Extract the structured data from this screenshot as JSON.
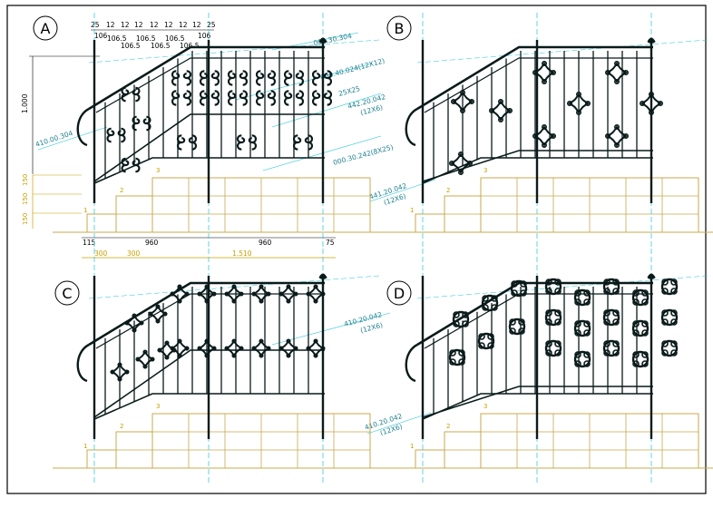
{
  "panels": [
    {
      "letter": "A"
    },
    {
      "letter": "B"
    },
    {
      "letter": "C"
    },
    {
      "letter": "D"
    }
  ],
  "panel_a": {
    "top_dims_row1": [
      "25",
      "12",
      "12",
      "12",
      "12",
      "12",
      "12",
      "12",
      "25"
    ],
    "top_dims_row2": [
      "106",
      "106.5",
      "106.5",
      "106.5",
      "106"
    ],
    "top_dims_row3": [
      "106.5",
      "106.5",
      "106.5"
    ],
    "height_dim": "1.000",
    "step_dims": [
      "150",
      "150",
      "150"
    ],
    "bottom_dims": [
      "115",
      "960",
      "960",
      "75"
    ],
    "bottom_dims2": [
      "300",
      "300",
      "1.510"
    ],
    "callouts": [
      {
        "text": "000.30.304"
      },
      {
        "text": "000.40.024(12X12)"
      },
      {
        "text": "25X25"
      },
      {
        "text": "442.20.042"
      },
      {
        "text": "(12X6)"
      },
      {
        "text": "410.00.304"
      },
      {
        "text": "000.30.242(8X25)"
      }
    ],
    "node_labels": [
      "1",
      "2",
      "3"
    ]
  },
  "panel_b": {
    "callouts": [
      {
        "text": "441.20.042"
      },
      {
        "text": "(12X6)"
      }
    ],
    "node_labels": [
      "1",
      "2",
      "3"
    ]
  },
  "panel_c": {
    "callouts": [
      {
        "text": "410.20.042"
      },
      {
        "text": "(12X6)"
      }
    ],
    "node_labels": [
      "1",
      "2",
      "3"
    ]
  },
  "panel_d": {
    "callouts": [
      {
        "text": "410.20.042"
      },
      {
        "text": "(12X6)"
      }
    ],
    "node_labels": [
      "1",
      "2",
      "3"
    ]
  },
  "colors": {
    "frame": "#000000",
    "steel": "#0a1a1a",
    "step": "#c8a84c",
    "axis": "#1fc4d8",
    "callout": "#1f7f8f",
    "dim_yellow": "#c8a000"
  }
}
